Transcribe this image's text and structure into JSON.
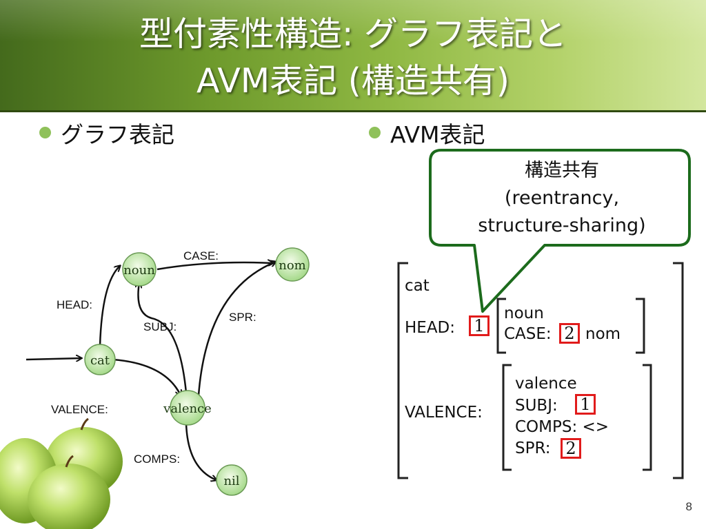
{
  "slide": {
    "title_line1": "型付素性構造: グラフ表記と",
    "title_line2": "AVM表記 (構造共有)",
    "page_number": "8"
  },
  "left": {
    "bullet": "グラフ表記",
    "nodes": {
      "noun": "noun",
      "nom": "nom",
      "cat": "cat",
      "valence": "valence",
      "nil": "nil"
    },
    "edges": {
      "case": "CASE:",
      "head": "HEAD:",
      "subj": "SUBJ:",
      "spr": "SPR:",
      "valence": "VALENCE:",
      "comps": "COMPS:"
    }
  },
  "right": {
    "bullet": "AVM表記",
    "callout": {
      "line1": "構造共有",
      "line2": "(reentrancy,",
      "line3": "structure-sharing)"
    },
    "avm": {
      "type": "cat",
      "head_label": "HEAD:",
      "head_tag": "1",
      "head_type": "noun",
      "case_label": "CASE:",
      "case_tag": "2",
      "case_value": "nom",
      "valence_label": "VALENCE:",
      "valence_type": "valence",
      "subj_label": "SUBJ:",
      "subj_tag": "1",
      "comps_label": "COMPS: <>",
      "spr_label": "SPR:",
      "spr_tag": "2"
    }
  },
  "colors": {
    "title_green": "#6e9a2c",
    "node_fill": "#c8e8b4",
    "callout_border": "#1c6b1c",
    "tag_red": "#e11b1b",
    "bullet_dot": "#8fc15a"
  }
}
